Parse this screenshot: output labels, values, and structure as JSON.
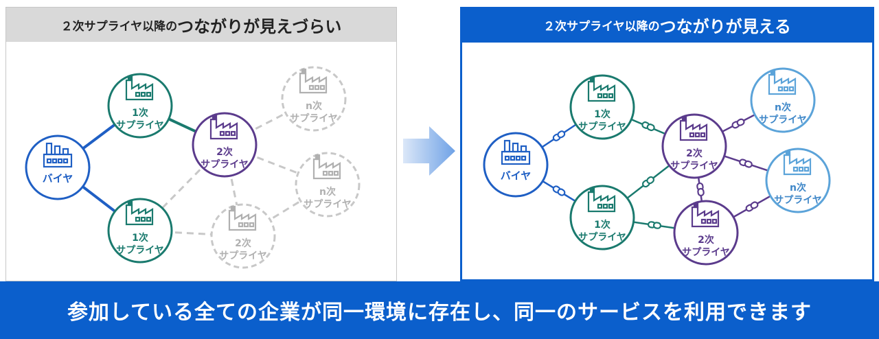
{
  "left": {
    "header_prefix": "２次サプライヤ以降の",
    "header_main": "つながりが見えづらい",
    "nodes": {
      "buyer": "バイヤ",
      "s1a_tier": "1次",
      "s1a_role": "サプライヤ",
      "s1b_tier": "1次",
      "s1b_role": "サプライヤ",
      "s2a_tier": "2次",
      "s2a_role": "サプライヤ",
      "s2b_tier": "2次",
      "s2b_role": "サプライヤ",
      "sna_tier": "n次",
      "sna_role": "サプライヤ",
      "snb_tier": "n次",
      "snb_role": "サプライヤ"
    }
  },
  "right": {
    "header_prefix": "２次サプライヤ以降の ",
    "header_main": "つながりが見える",
    "nodes": {
      "buyer": "バイヤ",
      "s1a_tier": "1次",
      "s1a_role": "サプライヤ",
      "s1b_tier": "1次",
      "s1b_role": "サプライヤ",
      "s2a_tier": "2次",
      "s2a_role": "サプライヤ",
      "s2b_tier": "2次",
      "s2b_role": "サプライヤ",
      "sna_tier": "n次",
      "sna_role": "サプライヤ",
      "snb_tier": "n次",
      "snb_role": "サプライヤ"
    }
  },
  "footer": "参加している全ての企業が同一環境に存在し、同一のサービスを利用できます",
  "colors": {
    "buyer": "#1f5fc4",
    "tier1": "#1a7a6e",
    "tier2": "#5b3b8c",
    "tiern": "#5ba3d9",
    "gray": "#b8b8b8",
    "brand_blue": "#0b5fcc"
  },
  "icons": [
    "factory-icon",
    "link-icon",
    "arrow-right-icon"
  ]
}
